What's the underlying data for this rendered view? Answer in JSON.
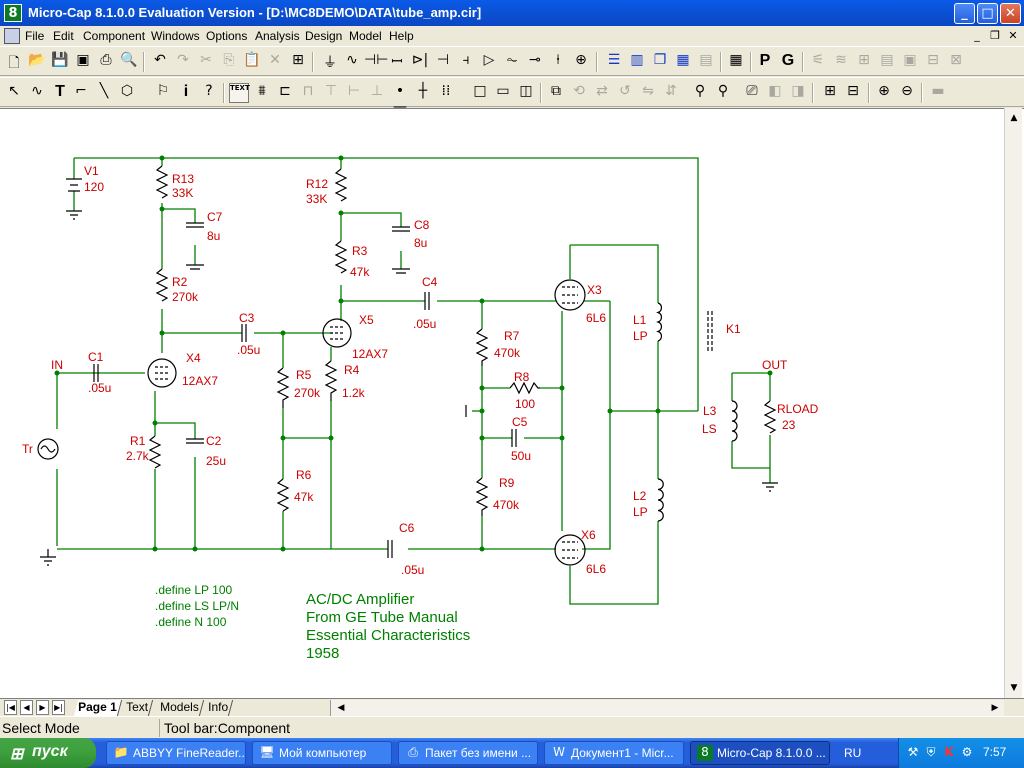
{
  "window": {
    "title": "Micro-Cap 8.1.0.0 Evaluation Version - [D:\\MC8DEMO\\DATA\\tube_amp.cir]",
    "app_icon_text": "8",
    "minimize": "_",
    "maximize": "□",
    "close": "✕"
  },
  "menu": [
    "File",
    "Edit",
    "Component",
    "Windows",
    "Options",
    "Analysis",
    "Design",
    "Model",
    "Help"
  ],
  "mdi_controls": {
    "minimize": "_",
    "restore": "❐",
    "close": "✕"
  },
  "toolbar": {
    "p_label": "P",
    "g_label": "G",
    "text_mode_label": "TEXT"
  },
  "schematic": {
    "components": {
      "v1": {
        "name": "V1",
        "value": "120"
      },
      "r13": {
        "name": "R13",
        "value": "33K"
      },
      "c7": {
        "name": "C7",
        "value": "8u"
      },
      "r2": {
        "name": "R2",
        "value": "270k"
      },
      "r12": {
        "name": "R12",
        "value": "33K"
      },
      "c8": {
        "name": "C8",
        "value": "8u"
      },
      "r3": {
        "name": "R3",
        "value": "47k"
      },
      "c4": {
        "name": "C4",
        "value": ".05u"
      },
      "c3": {
        "name": "C3",
        "value": ".05u"
      },
      "x5": {
        "name": "X5",
        "value": "12AX7"
      },
      "x4": {
        "name": "X4",
        "value": "12AX7"
      },
      "x3": {
        "name": "X3",
        "value": "6L6"
      },
      "x6": {
        "name": "X6",
        "value": "6L6"
      },
      "c1": {
        "name": "C1",
        "value": ".05u"
      },
      "in_label": "IN",
      "r5": {
        "name": "R5",
        "value": "270k"
      },
      "r4": {
        "name": "R4",
        "value": "1.2k"
      },
      "r7": {
        "name": "R7",
        "value": "470k"
      },
      "r8": {
        "name": "R8",
        "value": "100"
      },
      "c5": {
        "name": "C5",
        "value": "50u"
      },
      "r9": {
        "name": "R9",
        "value": "470k"
      },
      "r1": {
        "name": "R1",
        "value": "2.7k"
      },
      "c2": {
        "name": "C2",
        "value": "25u"
      },
      "tr": {
        "name": "Tr"
      },
      "r6": {
        "name": "R6",
        "value": "47k"
      },
      "c6": {
        "name": "C6",
        "value": ".05u"
      },
      "l1": {
        "name": "L1",
        "value": "LP"
      },
      "l2": {
        "name": "L2",
        "value": "LP"
      },
      "l3": {
        "name": "L3",
        "value": "LS"
      },
      "k1": {
        "name": "K1"
      },
      "out_label": "OUT",
      "rload": {
        "name": "RLOAD",
        "value": "23"
      }
    },
    "defines": [
      ".define LP 100",
      ".define LS LP/N",
      ".define N 100"
    ],
    "annotation": [
      "AC/DC Amplifier",
      "From GE Tube Manual",
      "Essential Characteristics",
      "1958"
    ],
    "colors": {
      "wire": "#008000",
      "component": "#000000",
      "label": "#cc0000",
      "text": "#008000"
    }
  },
  "page_tabs": [
    "Page 1",
    "Text",
    "Models",
    "Info"
  ],
  "active_tab": "Page 1",
  "status": {
    "mode": "Select Mode",
    "toolbar": "Tool bar:Component"
  },
  "taskbar": {
    "start_label": "пуск",
    "tasks": [
      {
        "label": "ABBYY FineReader...",
        "icon": "folder-icon"
      },
      {
        "label": "Мой компьютер",
        "icon": "computer-icon"
      },
      {
        "label": "Пакет без имени ...",
        "icon": "scanner-icon"
      },
      {
        "label": "Документ1 - Micr...",
        "icon": "word-icon"
      },
      {
        "label": "Micro-Cap 8.1.0.0 ...",
        "icon": "microcap-icon",
        "active": true
      }
    ],
    "language": "RU",
    "clock": "7:57"
  }
}
